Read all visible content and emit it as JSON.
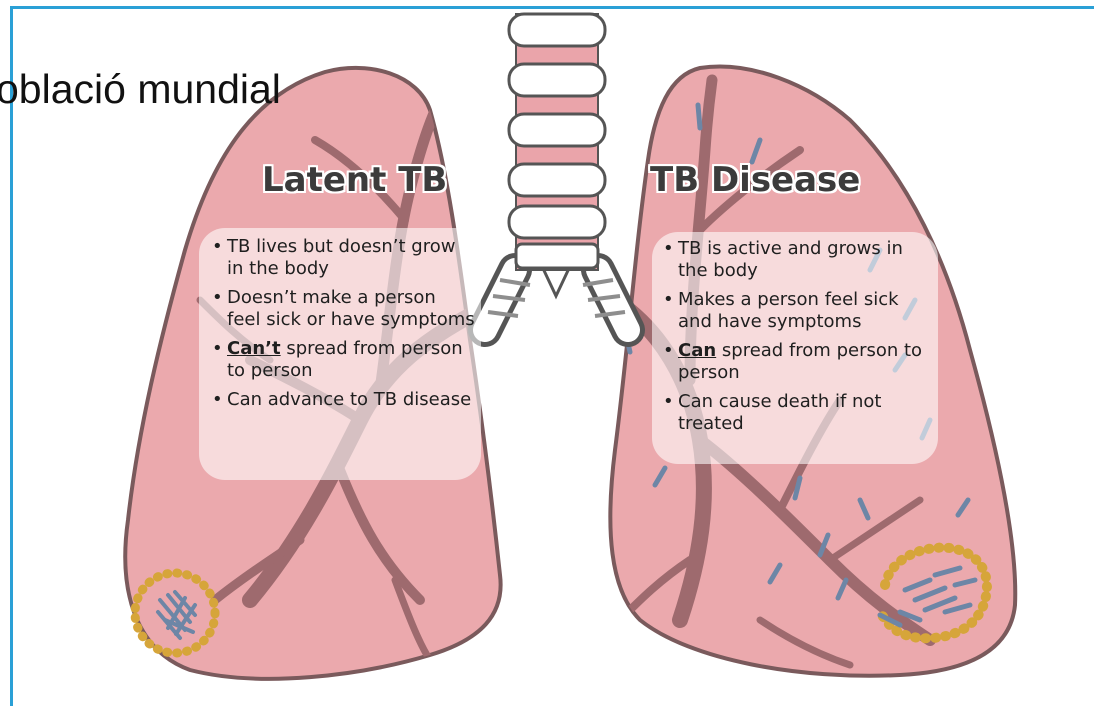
{
  "slide": {
    "title_fragment": "oblació mundial"
  },
  "latent": {
    "heading": "Latent TB",
    "bullets": [
      {
        "text": "TB lives but doesn’t grow in the body"
      },
      {
        "text": "Doesn’t make a person feel sick or have symptoms"
      },
      {
        "emphasis": "Can’t",
        "text": " spread from person to person"
      },
      {
        "text": "Can advance to TB disease"
      }
    ]
  },
  "disease": {
    "heading": "TB Disease",
    "bullets": [
      {
        "text": "TB is active and grows in the body"
      },
      {
        "text": "Makes a person feel sick and have symptoms"
      },
      {
        "emphasis": "Can",
        "text": " spread from person to person"
      },
      {
        "text": "Can cause death if not treated"
      }
    ]
  },
  "colors": {
    "frame": "#2aa0d6",
    "lung_fill": "#eba9ad",
    "lung_outline": "#7a5a5c",
    "airway": "#9e6a6e",
    "bacteria": "#6d86a6",
    "granuloma": "#d6a53a",
    "trachea_gap": "#eaa4aa"
  }
}
